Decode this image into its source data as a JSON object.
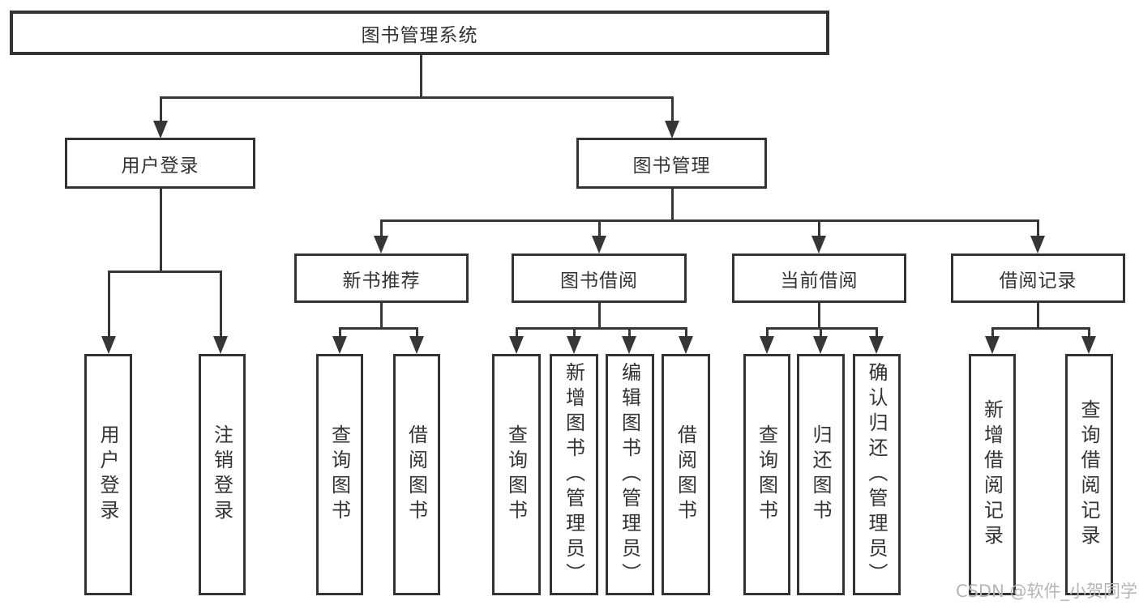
{
  "diagram": {
    "root": {
      "label": "图书管理系统"
    },
    "branches": [
      {
        "label": "用户登录",
        "children": [
          {
            "label": "用户登录"
          },
          {
            "label": "注销登录"
          }
        ]
      },
      {
        "label": "图书管理",
        "children": [
          {
            "label": "新书推荐",
            "children": [
              {
                "label": "查询图书"
              },
              {
                "label": "借阅图书"
              }
            ]
          },
          {
            "label": "图书借阅",
            "children": [
              {
                "label": "查询图书"
              },
              {
                "label": "新增图书（管理员）"
              },
              {
                "label": "编辑图书（管理员）"
              },
              {
                "label": "借阅图书"
              }
            ]
          },
          {
            "label": "当前借阅",
            "children": [
              {
                "label": "查询图书"
              },
              {
                "label": "归还图书"
              },
              {
                "label": "确认归还（管理员）"
              }
            ]
          },
          {
            "label": "借阅记录",
            "children": [
              {
                "label": "新增借阅记录"
              },
              {
                "label": "查询借阅记录"
              }
            ]
          }
        ]
      }
    ]
  },
  "watermark": {
    "text": "CSDN @软件_小贺同学"
  },
  "colors": {
    "line": "#363636",
    "border": "#333333",
    "text": "#333333",
    "background": "#ffffff",
    "watermark": "#b5b5b5"
  }
}
